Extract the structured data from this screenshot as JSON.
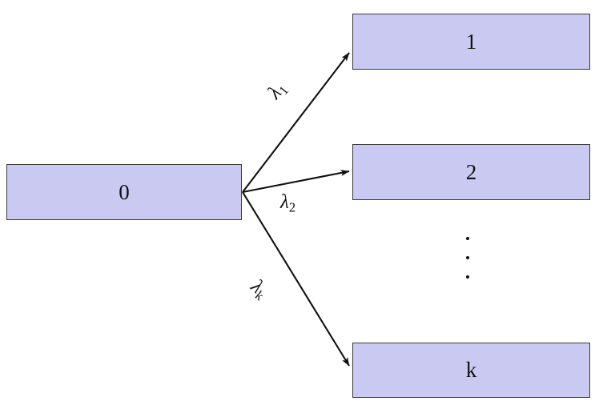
{
  "diagram": {
    "type": "fan-out-transition-diagram",
    "source_node": {
      "label": "0"
    },
    "target_nodes": [
      {
        "label": "1"
      },
      {
        "label": "2"
      },
      {
        "label": "k"
      }
    ],
    "edges": [
      {
        "from": "0",
        "to": "1",
        "label": "λ",
        "subscript": "1"
      },
      {
        "from": "0",
        "to": "2",
        "label": "λ",
        "subscript": "2"
      },
      {
        "from": "0",
        "to": "k",
        "label": "λ",
        "subscript": "k"
      }
    ],
    "ellipsis": "⋮",
    "colors": {
      "node_fill": "#c9c9f2",
      "node_border": "#3a3a3a",
      "edge_stroke": "#101010",
      "text": "#101010",
      "background": "#ffffff"
    }
  }
}
